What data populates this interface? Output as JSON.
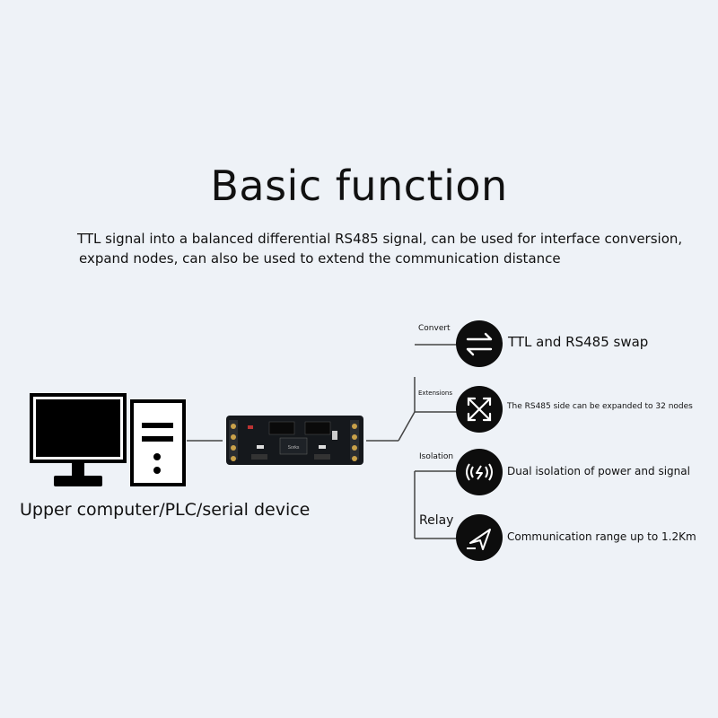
{
  "title": "Basic function",
  "description": {
    "line1": "TTL signal into a balanced differential RS485 signal, can be used for interface conversion,",
    "line2": "expand nodes, can also be used to extend the communication distance"
  },
  "device_caption": "Upper computer/PLC/serial device",
  "module": {
    "chip_text": "Sorks"
  },
  "functions": [
    {
      "label": "Convert",
      "icon": "swap-arrows-icon",
      "text": "TTL and RS485 swap"
    },
    {
      "label": "Extensions",
      "icon": "expand-arrows-icon",
      "text": "The RS485 side can be expanded to 32 nodes"
    },
    {
      "label": "Isolation",
      "icon": "signal-waves-icon",
      "text": "Dual isolation of power and signal"
    },
    {
      "label": "Relay",
      "icon": "send-arrow-icon",
      "text": "Communication range up to 1.2Km"
    }
  ],
  "colors": {
    "background": "#eef2f7",
    "icon_circle": "#0d0d0d",
    "text": "#111111"
  }
}
